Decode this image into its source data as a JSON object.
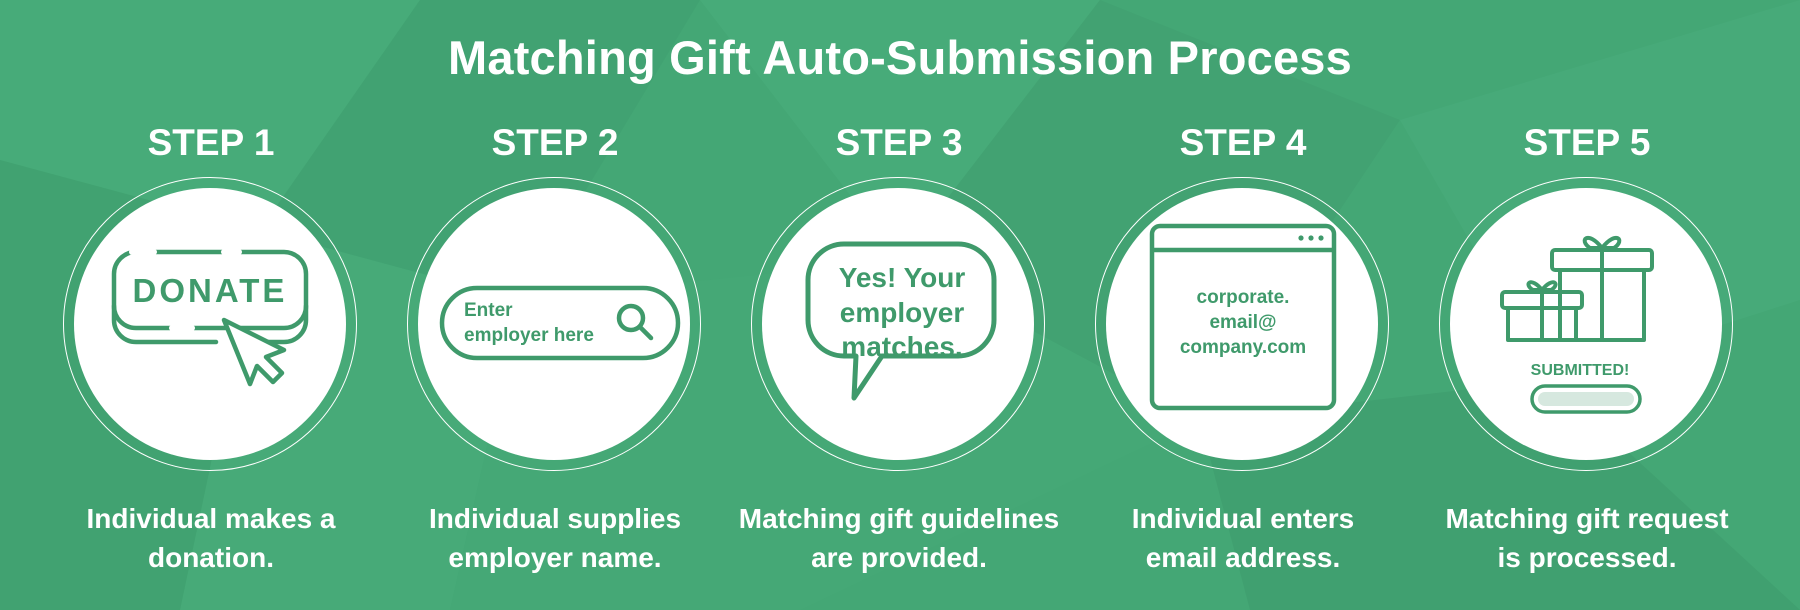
{
  "title": "Matching Gift Auto-Submission Process",
  "colors": {
    "background": "#44a775",
    "icon_stroke": "#3f9a6b",
    "disc": "#ffffff"
  },
  "steps": [
    {
      "label": "STEP 1",
      "caption_line1": "Individual makes a",
      "caption_line2": "donation.",
      "icon": "donate-button-cursor-icon",
      "icon_text": "DONATE"
    },
    {
      "label": "STEP 2",
      "caption_line1": "Individual supplies",
      "caption_line2": "employer name.",
      "icon": "employer-search-field-icon",
      "icon_text_line1": "Enter",
      "icon_text_line2": "employer here"
    },
    {
      "label": "STEP 3",
      "caption_line1": "Matching gift guidelines",
      "caption_line2": "are provided.",
      "icon": "speech-bubble-icon",
      "icon_text_line1": "Yes! Your",
      "icon_text_line2": "employer",
      "icon_text_line3": "matches."
    },
    {
      "label": "STEP 4",
      "caption_line1": "Individual enters",
      "caption_line2": "email address.",
      "icon": "browser-window-email-icon",
      "icon_text_line1": "corporate.",
      "icon_text_line2": "email@",
      "icon_text_line3": "company.com"
    },
    {
      "label": "STEP 5",
      "caption_line1": "Matching gift request",
      "caption_line2": "is processed.",
      "icon": "gift-boxes-submitted-icon",
      "icon_text": "SUBMITTED!"
    }
  ]
}
